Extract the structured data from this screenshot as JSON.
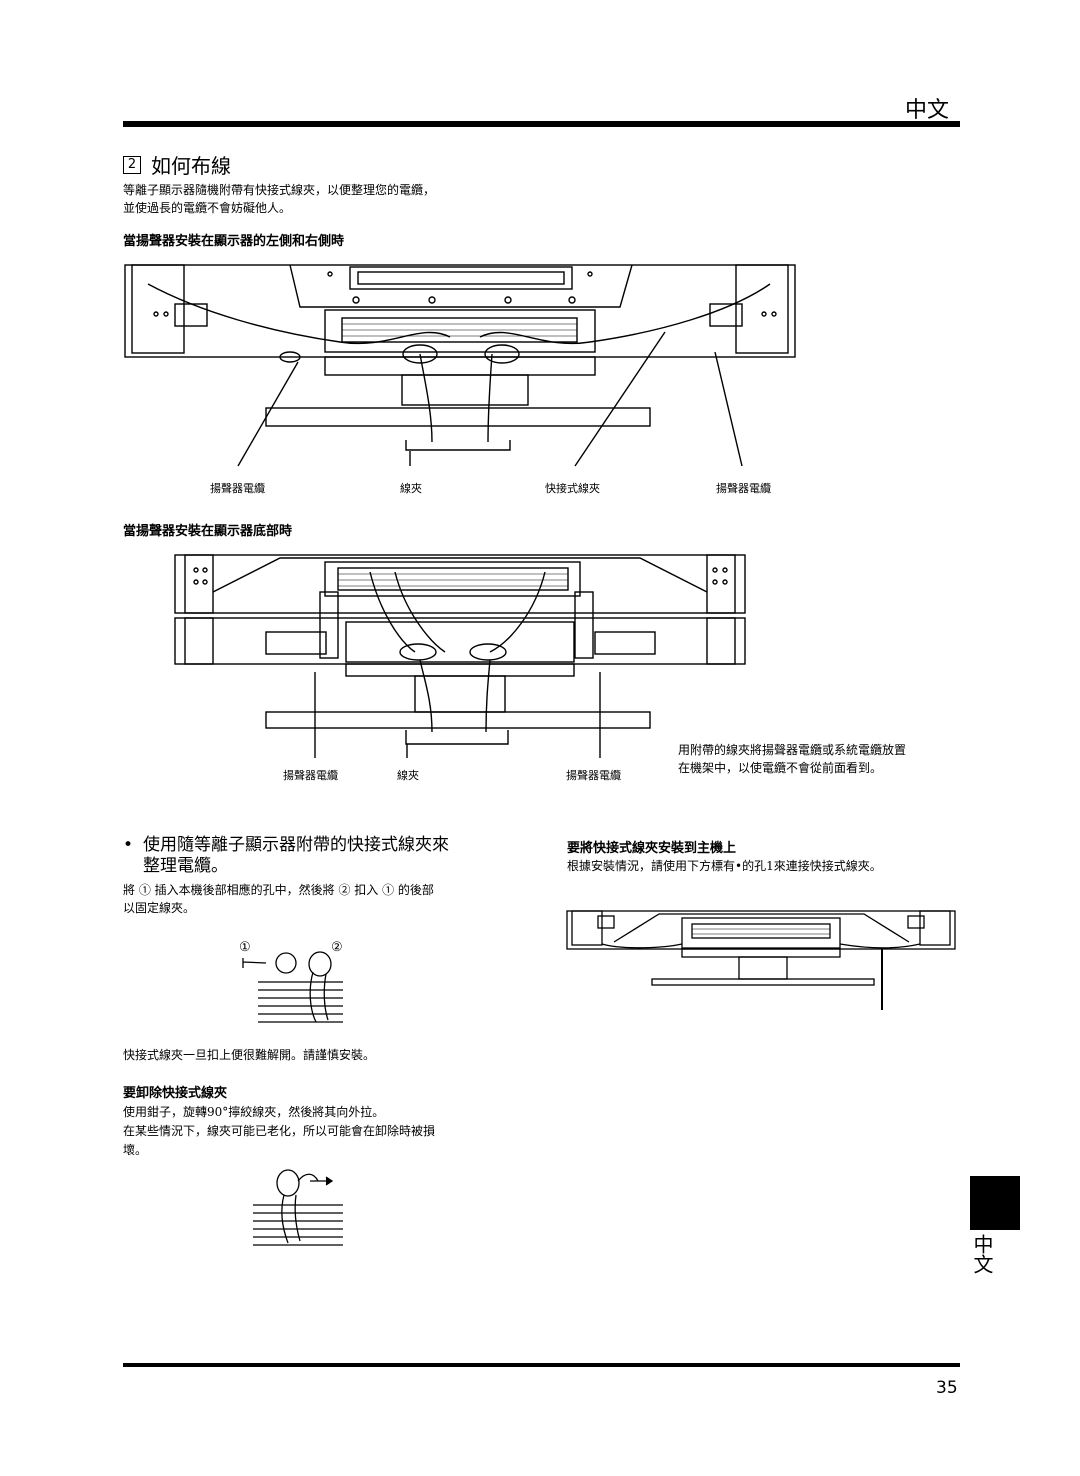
{
  "header": {
    "lang": "中文"
  },
  "section": {
    "number": "2",
    "title": "如何布線",
    "intro_1": "等離子顯示器隨機附帶有快接式線夾，以便整理您的電纜，",
    "intro_2": "並使過長的電纜不會妨礙他人。"
  },
  "figure1": {
    "heading": "當揚聲器安裝在顯示器的左側和右側時",
    "labels": [
      "揚聲器電纜",
      "線夾",
      "快接式線夾",
      "揚聲器電纜"
    ]
  },
  "figure2": {
    "heading": "當揚聲器安裝在顯示器底部時",
    "labels": [
      "揚聲器電纜",
      "線夾",
      "揚聲器電纜"
    ],
    "note_1": "用附帶的線夾將揚聲器電纜或系統電纜放置",
    "note_2": "在機架中，以使電纜不會從前面看到。"
  },
  "bundling": {
    "title_1": "使用隨等離子顯示器附帶的快接式線夾來",
    "title_2": "整理電纜。",
    "text_1": "將 ① 插入本機後部相應的孔中，然後將 ② 扣入 ① 的後部",
    "text_2": "以固定線夾。",
    "marker_1": "①",
    "marker_2": "②",
    "caution": "快接式線夾一旦扣上便很難解開。請謹慎安裝。"
  },
  "removal": {
    "heading": "要卸除快接式線夾",
    "text_1": "使用鉗子，旋轉90°擰絞線夾，然後將其向外拉。",
    "text_2": "在某些情況下，線夾可能已老化，所以可能會在卸除時被損",
    "text_3": "壞。"
  },
  "attach": {
    "heading": "要將快接式線夾安裝到主機上",
    "text": "根據安裝情況，請使用下方標有•的孔1來連接快接式線夾。"
  },
  "side_tab": {
    "text": "中文"
  },
  "footer": {
    "page": "35"
  }
}
